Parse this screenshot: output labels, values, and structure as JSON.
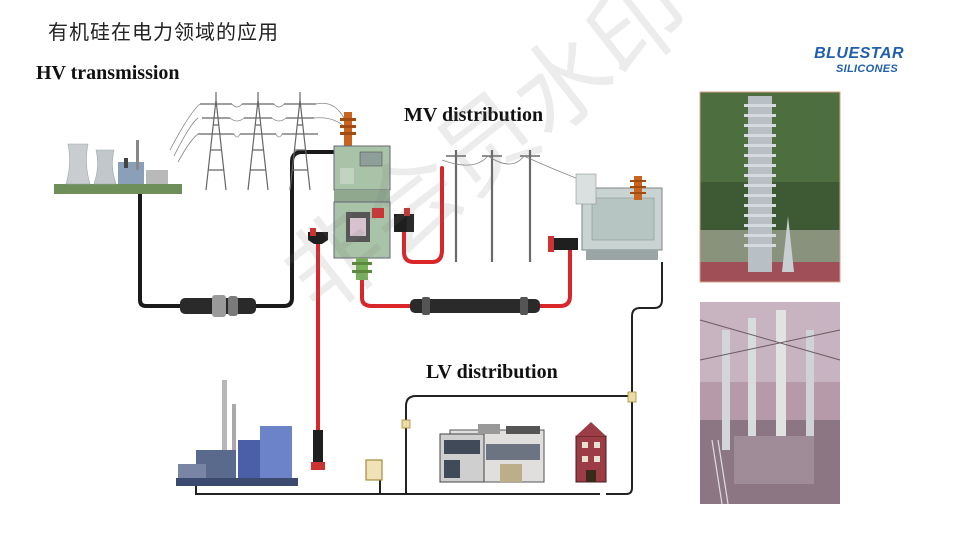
{
  "title": "有机硅在电力领域的应用",
  "labels": {
    "hv": "HV transmission",
    "mv": "MV distribution",
    "lv": "LV distribution"
  },
  "logo": {
    "line1": "BLUESTAR",
    "line2": "SILICONES"
  },
  "watermark": "非会员水印",
  "colors": {
    "cable_black": "#1a1a1a",
    "cable_red": "#d8262b",
    "logo_blue": "#1f5fae",
    "insulator_orange": "#c8641f",
    "switchgear_green": "#a9c3a8"
  }
}
